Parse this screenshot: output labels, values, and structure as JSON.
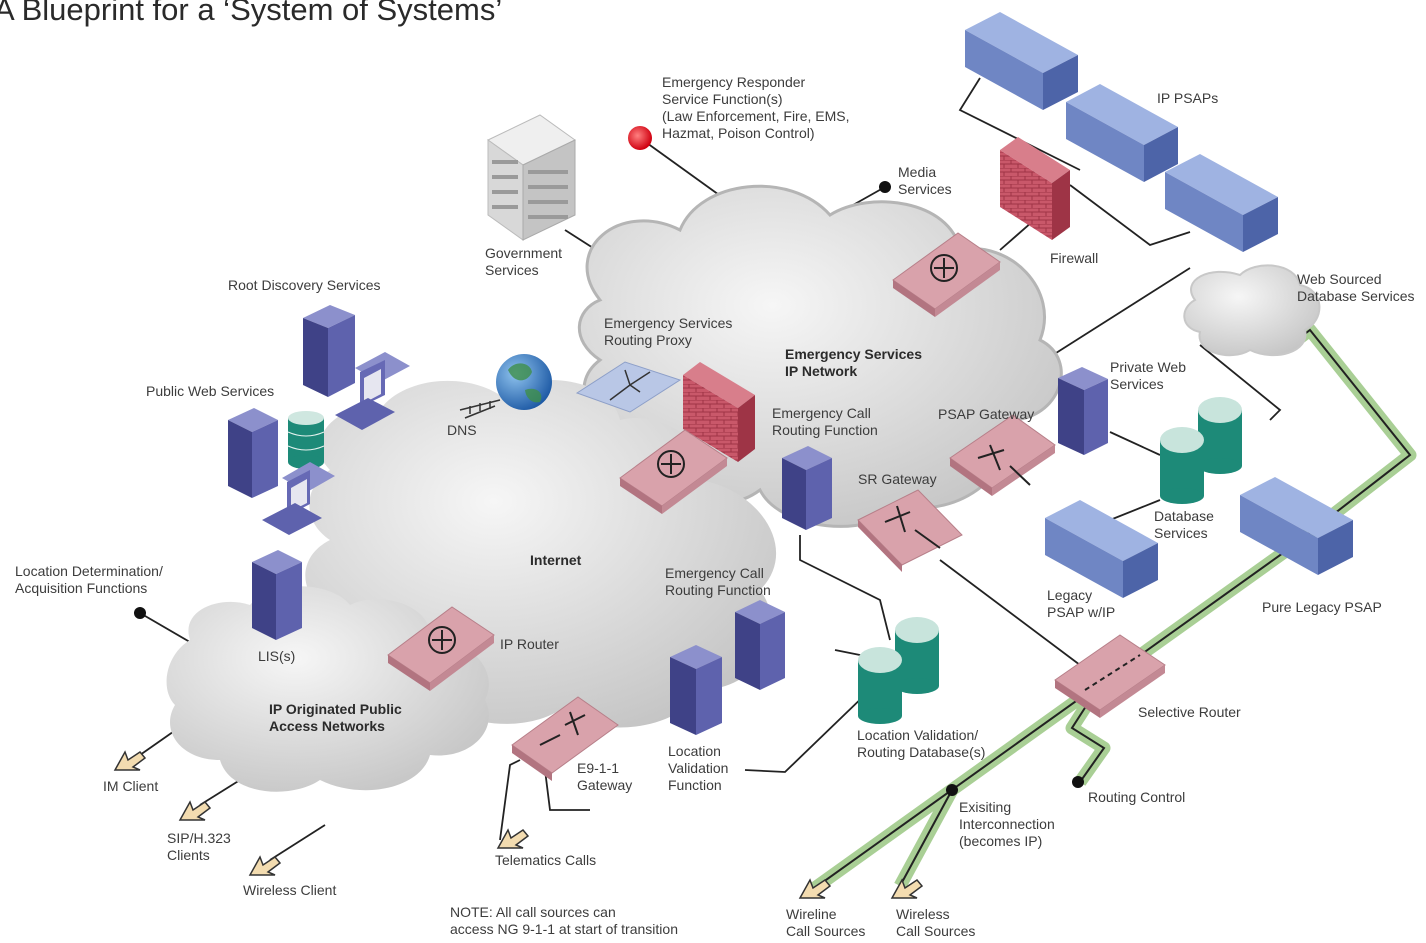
{
  "title": "A Blueprint for a ‘System of Systems’",
  "labels": {
    "responder": [
      "Emergency Responder",
      "Service Function(s)",
      "(Law Enforcement, Fire, EMS,",
      "Hazmat, Poison Control)"
    ],
    "ip_psaps": "IP PSAPs",
    "media_services": [
      "Media",
      "Services"
    ],
    "government_services": [
      "Government",
      "Services"
    ],
    "root_discovery": "Root Discovery Services",
    "firewall": "Firewall",
    "web_sourced_db": [
      "Web Sourced",
      "Database Services"
    ],
    "esrp": [
      "Emergency Services",
      "Routing Proxy"
    ],
    "es_ip_network": [
      "Emergency Services",
      "IP Network"
    ],
    "public_web": "Public Web Services",
    "private_web": [
      "Private Web",
      "Services"
    ],
    "dns": "DNS",
    "ecrf_top": [
      "Emergency Call",
      "Routing Function"
    ],
    "psap_gateway": "PSAP Gateway",
    "sr_gateway": "SR Gateway",
    "database_services": [
      "Database",
      "Services"
    ],
    "internet": "Internet",
    "location_determination": [
      "Location Determination/",
      "Acquisition Functions"
    ],
    "ecrf_mid": [
      "Emergency Call",
      "Routing Function"
    ],
    "legacy_psap_ip": [
      "Legacy",
      "PSAP w/IP"
    ],
    "pure_legacy_psap": "Pure Legacy PSAP",
    "lis": "LIS(s)",
    "ip_router": "IP Router",
    "ip_originated": [
      "IP Originated Public",
      "Access Networks"
    ],
    "selective_router": "Selective Router",
    "lvf_db": [
      "Location Validation/",
      "Routing Database(s)"
    ],
    "e911_gateway": [
      "E9-1-1",
      "Gateway"
    ],
    "lvf": [
      "Location",
      "Validation",
      "Function"
    ],
    "im_client": "IM Client",
    "routing_control": "Routing Control",
    "existing_interconnection": [
      "Exisiting",
      "Interconnection",
      "(becomes IP)"
    ],
    "sip_clients": [
      "SIP/H.323",
      "Clients"
    ],
    "telematics": "Telematics Calls",
    "wireless_client": "Wireless Client",
    "note": [
      "NOTE: All call sources can",
      "access NG 9-1-1 at start of transition"
    ],
    "wireline": [
      "Wireline",
      "Call Sources"
    ],
    "wireless_sources": [
      "Wireless",
      "Call Sources"
    ]
  },
  "colors": {
    "cloud": "#d4d4d4",
    "router": "#d9a2ab",
    "server": "#4b4f96",
    "building": "#6f86c4",
    "database": "#1d8a78",
    "firewall": "#c0505f",
    "green_line": "#a9cf95",
    "responder_dot": "#e3141d"
  }
}
